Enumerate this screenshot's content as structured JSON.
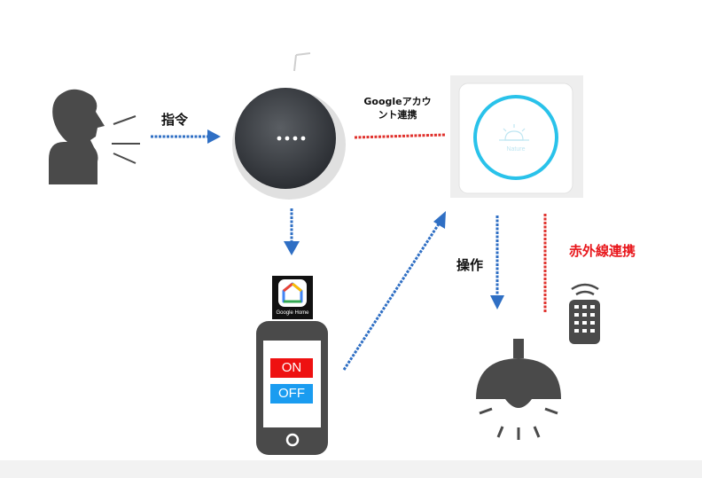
{
  "labels": {
    "command": "指令",
    "account_link_line1": "Googleアカウ",
    "account_link_line2": "ント連携",
    "operate": "操作",
    "infrared_link": "赤外線連携"
  },
  "phone": {
    "on_label": "ON",
    "off_label": "OFF"
  },
  "google_home_app": {
    "label": "Google Home"
  },
  "nature_remo": {
    "logo_text": "Nature"
  },
  "colors": {
    "blue_arrow": "#2f6fc4",
    "red_line": "#e0322d",
    "infrared_text": "#e8161b",
    "dark_icon": "#4a4a4a",
    "on_button": "#ee1111",
    "off_button": "#1a9cf0",
    "remo_ring": "#29c2ea"
  },
  "icons": [
    "person-speaking-icon",
    "google-home-mini-icon",
    "nature-remo-icon",
    "google-home-app-icon",
    "smartphone-icon",
    "ceiling-light-icon",
    "ir-remote-icon"
  ]
}
